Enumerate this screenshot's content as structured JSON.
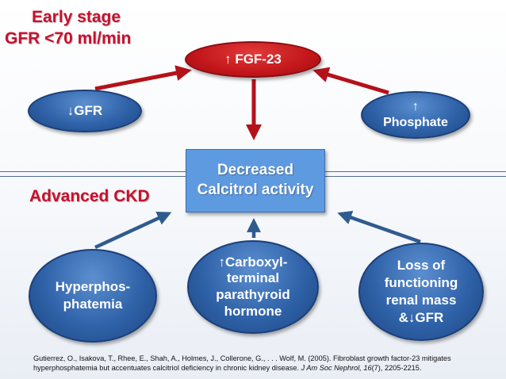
{
  "headings": {
    "early_stage": "Early stage",
    "gfr_threshold": "GFR <70 ml/min",
    "advanced": "Advanced CKD"
  },
  "nodes": {
    "fgf23": "↑ FGF-23",
    "gfr_low": "↓GFR",
    "phosphate": [
      "↑",
      "Phosphate"
    ],
    "calcitrol": [
      "Decreased",
      "Calcitrol activity"
    ],
    "hyperphosphatemia": [
      "Hyperphos-",
      "phatemia"
    ],
    "carboxyl_pth": [
      "↑Carboxyl-",
      "terminal",
      "parathyroid",
      "hormone"
    ],
    "loss_renal": [
      "Loss of",
      "functioning",
      "renal mass",
      "&↓GFR"
    ]
  },
  "citation": {
    "line1": "Gutierrez, O., Isakova, T., Rhee, E., Shah, A., Holmes, J., Collerone, G., . . . Wolf, M. (2005). Fibroblast growth factor-23 mitigates",
    "line2_pre": "hyperphosphatemia but accentuates calcitriol deficiency in chronic kidney disease. ",
    "journal": "J Am Soc Nephrol,",
    "volume": "16",
    "line2_post": "(7), 2205-2215."
  },
  "colors": {
    "red_text": "#c8102e",
    "red_arrow": "#b4121a",
    "blue_arrow": "#2f5b8f",
    "box_blue": "#5e9ae0"
  }
}
